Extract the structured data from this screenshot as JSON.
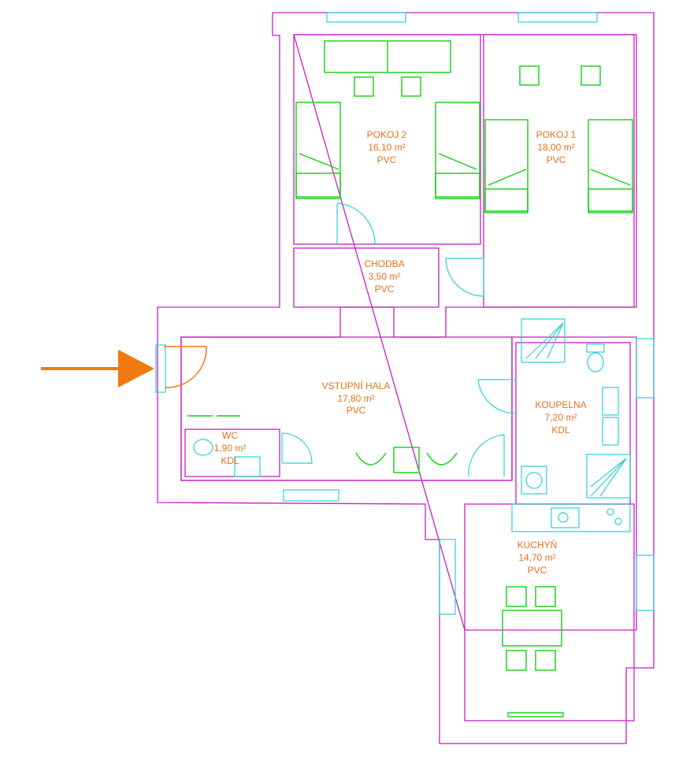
{
  "rooms": [
    {
      "name": "POKOJ 2",
      "area": "16,10 m²",
      "floor": "PVC"
    },
    {
      "name": "POKOJ 1",
      "area": "18,00 m²",
      "floor": "PVC"
    },
    {
      "name": "CHODBA",
      "area": "3,50 m²",
      "floor": "PVC"
    },
    {
      "name": "VSTUPNÍ HALA",
      "area": "17,80 m²",
      "floor": "PVC"
    },
    {
      "name": "WC",
      "area": "1,90 m²",
      "floor": "KDL"
    },
    {
      "name": "KOUPELNA",
      "area": "7,20 m²",
      "floor": "KDL"
    },
    {
      "name": "KUCHYŇ",
      "area": "14,70 m²",
      "floor": "PVC"
    }
  ],
  "colors": {
    "walls": "#c81ec8",
    "fixtures": "#2ad0d8",
    "furniture": "#10d010",
    "labels": "#e8701a",
    "entrance_arrow": "#f07a10"
  },
  "icons": {
    "entrance": "entrance-arrow-icon"
  }
}
